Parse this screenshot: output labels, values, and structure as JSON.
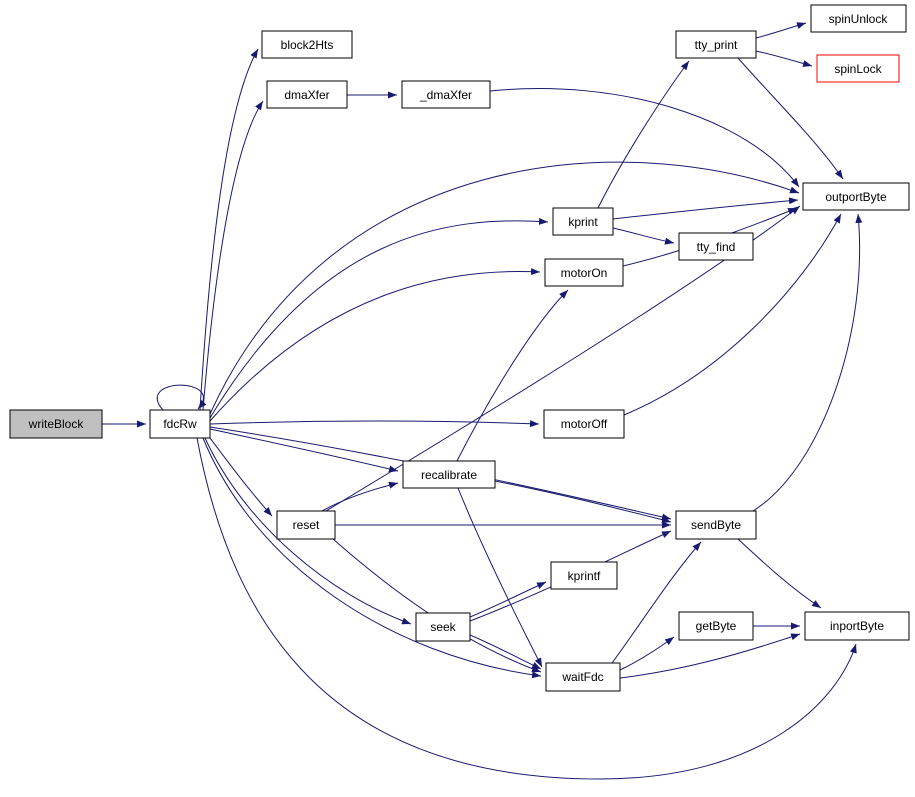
{
  "type": "call-graph",
  "root": "writeBlock",
  "colors": {
    "edge": "#191970",
    "node_fill": "#ffffff",
    "node_border": "#000000",
    "root_node_fill": "#c0c0c0",
    "truncated_node_border": "#ff0000",
    "background": "#ffffff"
  },
  "nodes": {
    "writeBlock": {
      "label": "writeBlock",
      "style": "root"
    },
    "fdcRw": {
      "label": "fdcRw",
      "style": "normal"
    },
    "block2Hts": {
      "label": "block2Hts",
      "style": "normal"
    },
    "dmaXfer": {
      "label": "dmaXfer",
      "style": "normal"
    },
    "_dmaXfer": {
      "label": "_dmaXfer",
      "style": "normal"
    },
    "tty_print": {
      "label": "tty_print",
      "style": "normal"
    },
    "spinUnlock": {
      "label": "spinUnlock",
      "style": "normal"
    },
    "spinLock": {
      "label": "spinLock",
      "style": "truncated"
    },
    "outportByte": {
      "label": "outportByte",
      "style": "normal"
    },
    "kprint": {
      "label": "kprint",
      "style": "normal"
    },
    "tty_find": {
      "label": "tty_find",
      "style": "normal"
    },
    "motorOn": {
      "label": "motorOn",
      "style": "normal"
    },
    "motorOff": {
      "label": "motorOff",
      "style": "normal"
    },
    "recalibrate": {
      "label": "recalibrate",
      "style": "normal"
    },
    "reset": {
      "label": "reset",
      "style": "normal"
    },
    "sendByte": {
      "label": "sendByte",
      "style": "normal"
    },
    "kprintf": {
      "label": "kprintf",
      "style": "normal"
    },
    "seek": {
      "label": "seek",
      "style": "normal"
    },
    "getByte": {
      "label": "getByte",
      "style": "normal"
    },
    "inportByte": {
      "label": "inportByte",
      "style": "normal"
    },
    "waitFdc": {
      "label": "waitFdc",
      "style": "normal"
    }
  },
  "edges": [
    {
      "from": "writeBlock",
      "to": "fdcRw"
    },
    {
      "from": "fdcRw",
      "to": "fdcRw"
    },
    {
      "from": "fdcRw",
      "to": "block2Hts"
    },
    {
      "from": "fdcRw",
      "to": "dmaXfer"
    },
    {
      "from": "fdcRw",
      "to": "kprint"
    },
    {
      "from": "fdcRw",
      "to": "motorOn"
    },
    {
      "from": "fdcRw",
      "to": "motorOff"
    },
    {
      "from": "fdcRw",
      "to": "recalibrate"
    },
    {
      "from": "fdcRw",
      "to": "reset"
    },
    {
      "from": "fdcRw",
      "to": "seek"
    },
    {
      "from": "fdcRw",
      "to": "sendByte"
    },
    {
      "from": "fdcRw",
      "to": "waitFdc"
    },
    {
      "from": "fdcRw",
      "to": "outportByte"
    },
    {
      "from": "fdcRw",
      "to": "inportByte"
    },
    {
      "from": "dmaXfer",
      "to": "_dmaXfer"
    },
    {
      "from": "_dmaXfer",
      "to": "outportByte"
    },
    {
      "from": "kprint",
      "to": "tty_print"
    },
    {
      "from": "kprint",
      "to": "tty_find"
    },
    {
      "from": "kprint",
      "to": "outportByte"
    },
    {
      "from": "tty_print",
      "to": "spinUnlock"
    },
    {
      "from": "tty_print",
      "to": "spinLock"
    },
    {
      "from": "tty_print",
      "to": "outportByte"
    },
    {
      "from": "motorOn",
      "to": "outportByte"
    },
    {
      "from": "motorOff",
      "to": "outportByte"
    },
    {
      "from": "recalibrate",
      "to": "motorOn"
    },
    {
      "from": "recalibrate",
      "to": "sendByte"
    },
    {
      "from": "recalibrate",
      "to": "waitFdc"
    },
    {
      "from": "reset",
      "to": "recalibrate"
    },
    {
      "from": "reset",
      "to": "sendByte"
    },
    {
      "from": "reset",
      "to": "outportByte"
    },
    {
      "from": "reset",
      "to": "waitFdc"
    },
    {
      "from": "seek",
      "to": "kprintf"
    },
    {
      "from": "seek",
      "to": "sendByte"
    },
    {
      "from": "seek",
      "to": "waitFdc"
    },
    {
      "from": "sendByte",
      "to": "outportByte"
    },
    {
      "from": "sendByte",
      "to": "inportByte"
    },
    {
      "from": "waitFdc",
      "to": "getByte"
    },
    {
      "from": "waitFdc",
      "to": "sendByte"
    },
    {
      "from": "waitFdc",
      "to": "inportByte"
    },
    {
      "from": "getByte",
      "to": "inportByte"
    }
  ]
}
